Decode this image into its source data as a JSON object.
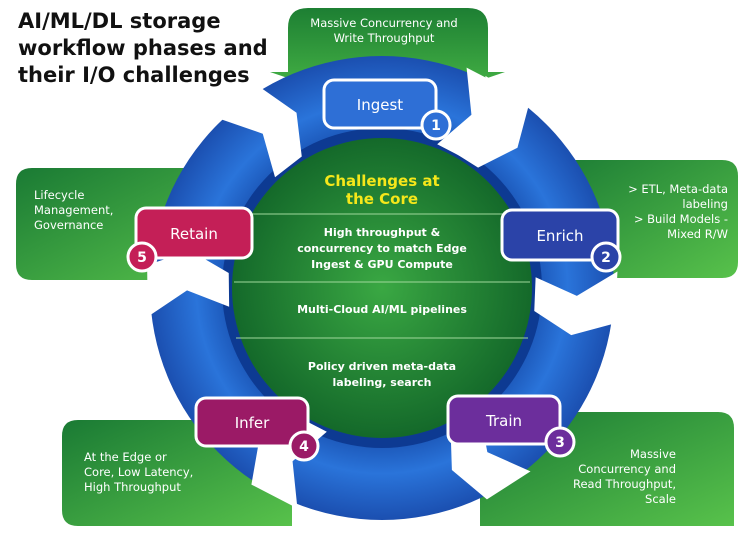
{
  "title": "AI/ML/DL storage workflow phases and their I/O challenges",
  "core": {
    "heading_lines": [
      "Challenges at",
      "the Core"
    ],
    "bands": [
      {
        "lines": [
          "High throughput &",
          "concurrency to match Edge",
          "Ingest & GPU  Compute"
        ]
      },
      {
        "lines": [
          "Multi-Cloud AI/ML pipelines"
        ]
      },
      {
        "lines": [
          "Policy driven meta-data",
          "labeling, search"
        ]
      }
    ]
  },
  "phases": [
    {
      "label": "Ingest",
      "number": "1",
      "color": "#2e6fd6",
      "note_lines": [
        "Massive Concurrency and",
        "Write Throughput"
      ]
    },
    {
      "label": "Enrich",
      "number": "2",
      "color": "#2b43a8",
      "note_lines": [
        "> ETL, Meta-data",
        "labeling",
        "> Build Models -",
        "Mixed R/W"
      ]
    },
    {
      "label": "Train",
      "number": "3",
      "color": "#6c2e9c",
      "note_lines": [
        "Massive",
        "Concurrency and",
        "Read Throughput,",
        "Scale"
      ]
    },
    {
      "label": "Infer",
      "number": "4",
      "color": "#9b1a66",
      "note_lines": [
        "At the Edge or",
        "Core, Low Latency,",
        "High Throughput"
      ]
    },
    {
      "label": "Retain",
      "number": "5",
      "color": "#c41f57",
      "note_lines": [
        "Lifecycle",
        "Management,",
        "Governance"
      ]
    }
  ],
  "colors": {
    "ring": "#1f62c6",
    "ring_light": "#4a8fe6",
    "green_dark": "#1e7d33",
    "green_light": "#4db84a",
    "heading": "#f5e71a"
  }
}
